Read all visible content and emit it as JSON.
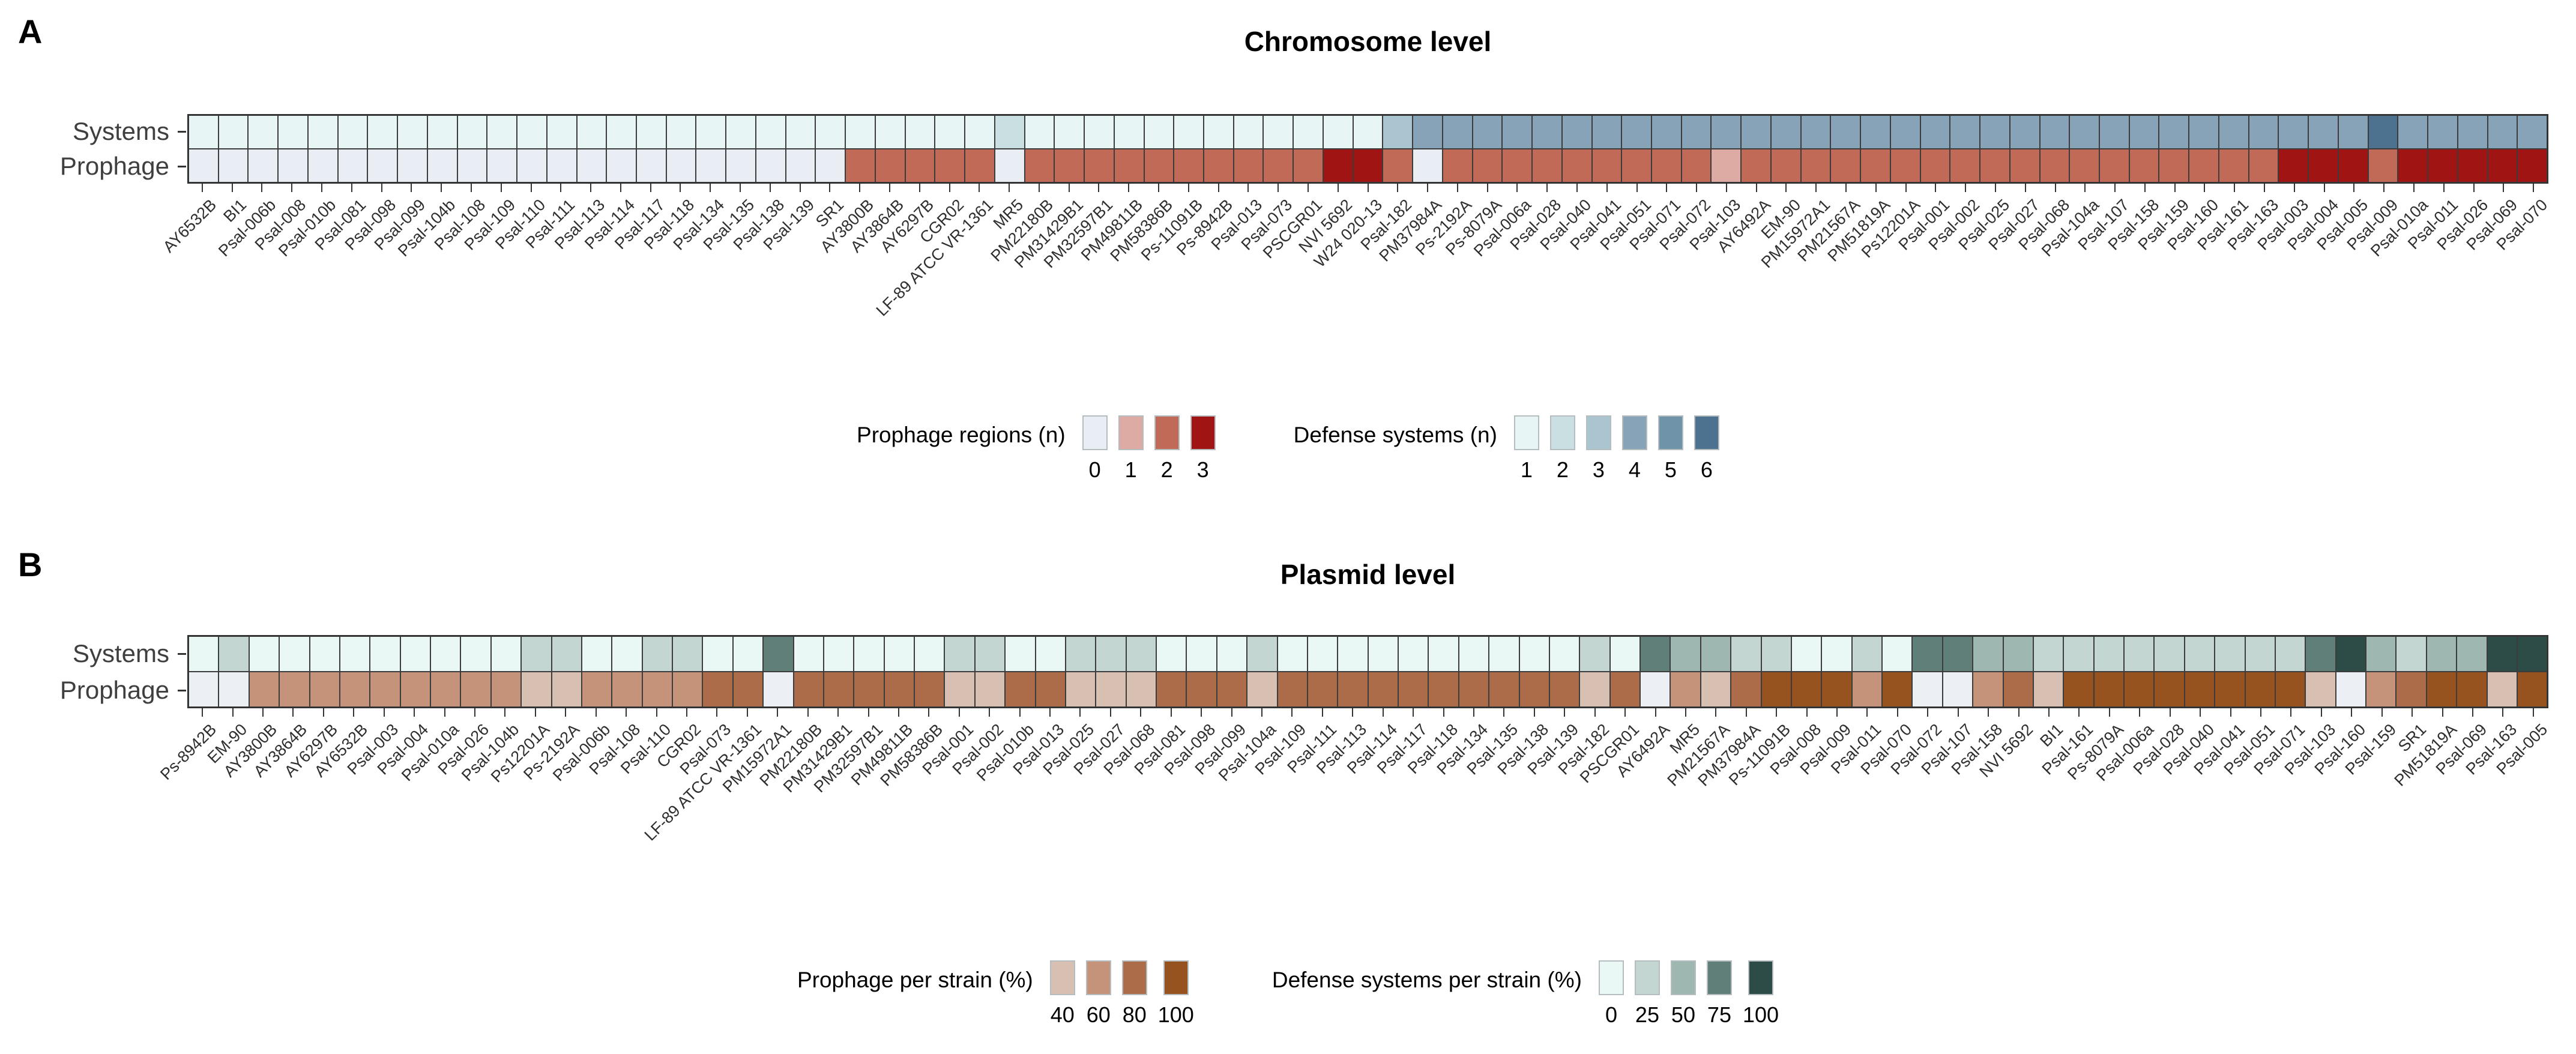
{
  "chart_data": [
    {
      "type": "heatmap",
      "panel_label": "A",
      "title": "Chromosome level",
      "row_labels": [
        "Systems",
        "Prophage"
      ],
      "categories": [
        "AY6532B",
        "BI1",
        "Psal-006b",
        "Psal-008",
        "Psal-010b",
        "Psal-081",
        "Psal-098",
        "Psal-099",
        "Psal-104b",
        "Psal-108",
        "Psal-109",
        "Psal-110",
        "Psal-111",
        "Psal-113",
        "Psal-114",
        "Psal-117",
        "Psal-118",
        "Psal-134",
        "Psal-135",
        "Psal-138",
        "Psal-139",
        "SR1",
        "AY3800B",
        "AY3864B",
        "AY6297B",
        "CGR02",
        "LF-89 ATCC VR-1361",
        "MR5",
        "PM22180B",
        "PM31429B1",
        "PM32597B1",
        "PM49811B",
        "PM58386B",
        "Ps-11091B",
        "Ps-8942B",
        "Psal-013",
        "Psal-073",
        "PSCGR01",
        "NVI 5692",
        "W24 020-13",
        "Psal-182",
        "PM37984A",
        "Ps-2192A",
        "Ps-8079A",
        "Psal-006a",
        "Psal-028",
        "Psal-040",
        "Psal-041",
        "Psal-051",
        "Psal-071",
        "Psal-072",
        "Psal-103",
        "AY6492A",
        "EM-90",
        "PM15972A1",
        "PM21567A",
        "PM51819A",
        "Ps12201A",
        "Psal-001",
        "Psal-002",
        "Psal-025",
        "Psal-027",
        "Psal-068",
        "Psal-104a",
        "Psal-107",
        "Psal-158",
        "Psal-159",
        "Psal-160",
        "Psal-161",
        "Psal-163",
        "Psal-003",
        "Psal-004",
        "Psal-005",
        "Psal-009",
        "Psal-010a",
        "Psal-011",
        "Psal-026",
        "Psal-069",
        "Psal-070"
      ],
      "series": [
        {
          "name": "Systems",
          "values": [
            1,
            1,
            1,
            1,
            1,
            1,
            1,
            1,
            1,
            1,
            1,
            1,
            1,
            1,
            1,
            1,
            1,
            1,
            1,
            1,
            1,
            1,
            1,
            1,
            1,
            1,
            1,
            2,
            1,
            1,
            1,
            1,
            1,
            1,
            1,
            1,
            1,
            1,
            1,
            1,
            3,
            4,
            4,
            4,
            4,
            4,
            4,
            4,
            4,
            4,
            4,
            4,
            4,
            4,
            4,
            4,
            4,
            4,
            4,
            4,
            4,
            4,
            4,
            4,
            4,
            4,
            4,
            4,
            4,
            4,
            4,
            4,
            4,
            6,
            4,
            4,
            4,
            4,
            4
          ]
        },
        {
          "name": "Prophage",
          "values": [
            0,
            0,
            0,
            0,
            0,
            0,
            0,
            0,
            0,
            0,
            0,
            0,
            0,
            0,
            0,
            0,
            0,
            0,
            0,
            0,
            0,
            0,
            2,
            2,
            2,
            2,
            2,
            0,
            2,
            2,
            2,
            2,
            2,
            2,
            2,
            2,
            2,
            2,
            3,
            3,
            2,
            0,
            2,
            2,
            2,
            2,
            2,
            2,
            2,
            2,
            2,
            1,
            2,
            2,
            2,
            2,
            2,
            2,
            2,
            2,
            2,
            2,
            2,
            2,
            2,
            2,
            2,
            2,
            2,
            2,
            3,
            3,
            3,
            2,
            3,
            3,
            3,
            3,
            3
          ]
        }
      ],
      "color_scales": {
        "Systems": {
          "1": "#e7f6f4",
          "2": "#c9dfe2",
          "3": "#aac5d0",
          "4": "#87a3b7",
          "5": "#6f93a9",
          "6": "#4c7290"
        },
        "Prophage": {
          "0": "#e9eef5",
          "1": "#ddaba3",
          "2": "#c16a58",
          "3": "#a01413"
        }
      },
      "legends": [
        {
          "title": "Prophage regions (n)",
          "labels": [
            "0",
            "1",
            "2",
            "3"
          ],
          "colors": [
            "#e9eef5",
            "#ddaba3",
            "#c16a58",
            "#a01413"
          ]
        },
        {
          "title": "Defense systems (n)",
          "labels": [
            "1",
            "2",
            "3",
            "4",
            "5",
            "6"
          ],
          "colors": [
            "#e7f6f4",
            "#c9dfe2",
            "#aac5d0",
            "#87a3b7",
            "#6f93a9",
            "#4c7290"
          ]
        }
      ],
      "layout": {
        "grid": "off",
        "legend_position": "bottom-center",
        "axis_tick_color": "#333333",
        "cell_border": "#3c3c3c"
      }
    },
    {
      "type": "heatmap",
      "panel_label": "B",
      "title": "Plasmid level",
      "row_labels": [
        "Systems",
        "Prophage"
      ],
      "categories": [
        "Ps-8942B",
        "EM-90",
        "AY3800B",
        "AY3864B",
        "AY6297B",
        "AY6532B",
        "Psal-003",
        "Psal-004",
        "Psal-010a",
        "Psal-026",
        "Psal-104b",
        "Ps12201A",
        "Ps-2192A",
        "Psal-006b",
        "Psal-108",
        "Psal-110",
        "CGR02",
        "Psal-073",
        "LF-89 ATCC VR-1361",
        "PM15972A1",
        "PM22180B",
        "PM31429B1",
        "PM32597B1",
        "PM49811B",
        "PM58386B",
        "Psal-001",
        "Psal-002",
        "Psal-010b",
        "Psal-013",
        "Psal-025",
        "Psal-027",
        "Psal-068",
        "Psal-081",
        "Psal-098",
        "Psal-099",
        "Psal-104a",
        "Psal-109",
        "Psal-111",
        "Psal-113",
        "Psal-114",
        "Psal-117",
        "Psal-118",
        "Psal-134",
        "Psal-135",
        "Psal-138",
        "Psal-139",
        "Psal-182",
        "PSCGR01",
        "AY6492A",
        "MR5",
        "PM21567A",
        "PM37984A",
        "Ps-11091B",
        "Psal-008",
        "Psal-009",
        "Psal-011",
        "Psal-070",
        "Psal-072",
        "Psal-107",
        "Psal-158",
        "NVI 5692",
        "BI1",
        "Psal-161",
        "Ps-8079A",
        "Psal-006a",
        "Psal-028",
        "Psal-040",
        "Psal-041",
        "Psal-051",
        "Psal-071",
        "Psal-103",
        "Psal-160",
        "Psal-159",
        "SR1",
        "PM51819A",
        "Psal-069",
        "Psal-163",
        "Psal-005"
      ],
      "series": [
        {
          "name": "Systems",
          "values": [
            0,
            25,
            0,
            0,
            0,
            0,
            0,
            0,
            0,
            0,
            0,
            25,
            25,
            0,
            0,
            25,
            25,
            0,
            0,
            75,
            0,
            0,
            0,
            0,
            0,
            25,
            25,
            0,
            0,
            25,
            25,
            25,
            0,
            0,
            0,
            25,
            0,
            0,
            0,
            0,
            0,
            0,
            0,
            0,
            0,
            0,
            25,
            0,
            75,
            50,
            50,
            25,
            25,
            0,
            0,
            25,
            0,
            75,
            75,
            50,
            50,
            25,
            25,
            25,
            25,
            25,
            25,
            25,
            25,
            25,
            75,
            100,
            50,
            25,
            50,
            50,
            100,
            100
          ]
        },
        {
          "name": "Prophage",
          "values": [
            0,
            0,
            60,
            60,
            60,
            60,
            60,
            60,
            60,
            60,
            60,
            40,
            40,
            60,
            60,
            60,
            60,
            80,
            80,
            0,
            80,
            80,
            80,
            80,
            80,
            40,
            40,
            80,
            80,
            40,
            40,
            40,
            80,
            80,
            80,
            40,
            80,
            80,
            80,
            80,
            80,
            80,
            80,
            80,
            80,
            80,
            40,
            80,
            0,
            60,
            40,
            80,
            100,
            100,
            100,
            60,
            100,
            0,
            0,
            60,
            80,
            40,
            100,
            100,
            100,
            100,
            100,
            100,
            100,
            100,
            40,
            0,
            60,
            80,
            100,
            100,
            40,
            100
          ]
        }
      ],
      "color_scales": {
        "Systems": {
          "0": "#e9f8f5",
          "25": "#c3d6d1",
          "50": "#9eb7b0",
          "75": "#5f7f78",
          "100": "#2e4c47"
        },
        "Prophage": {
          "0": "#eceff4",
          "40": "#d7bfb1",
          "60": "#c4937a",
          "80": "#ad6c49",
          "100": "#96521f"
        }
      },
      "legends": [
        {
          "title": "Prophage per strain (%)",
          "labels": [
            "40",
            "60",
            "80",
            "100"
          ],
          "colors": [
            "#d7bfb1",
            "#c4937a",
            "#ad6c49",
            "#96521f"
          ]
        },
        {
          "title": "Defense systems per strain (%)",
          "labels": [
            "0",
            "25",
            "50",
            "75",
            "100"
          ],
          "colors": [
            "#e9f8f5",
            "#c3d6d1",
            "#9eb7b0",
            "#5f7f78",
            "#2e4c47"
          ]
        }
      ],
      "layout": {
        "grid": "off",
        "legend_position": "bottom-center",
        "axis_tick_color": "#333333",
        "cell_border": "#3c3c3c"
      }
    }
  ]
}
